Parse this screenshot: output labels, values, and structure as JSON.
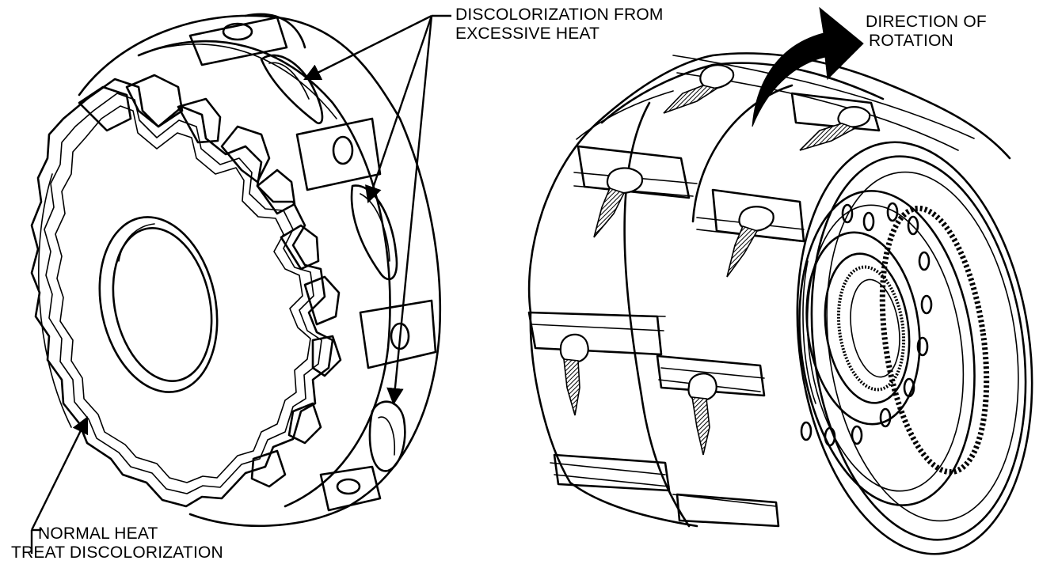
{
  "labels": {
    "excessive_heat_line1": "DISCOLORIZATION FROM",
    "excessive_heat_line2": "EXCESSIVE HEAT",
    "rotation_line1": "DIRECTION OF",
    "rotation_line2": "ROTATION",
    "normal_heat_line1": "NORMAL HEAT",
    "normal_heat_line2": "TREAT DISCOLORIZATION"
  },
  "colors": {
    "line": "#000000",
    "background": "#ffffff"
  }
}
